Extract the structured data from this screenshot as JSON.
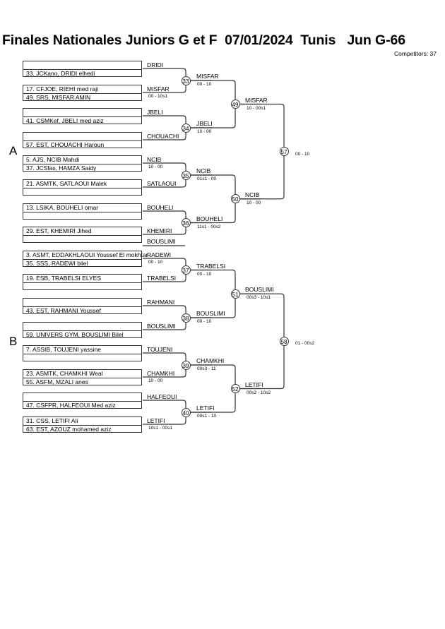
{
  "header": {
    "title": "Finales Nationales Juniors G et F  07/01/2024  Tunis   Jun G-66",
    "competitors": "Competitors: 37"
  },
  "pools": [
    "A",
    "B"
  ],
  "boxes": [
    {
      "top": "",
      "bottom": "33. JCKano, DRIDI elhedi",
      "winner": "DRIDI"
    },
    {
      "top": "17. CFJOE, RIEHI med raji",
      "bottom": "49. SRS, MISFAR AMIN",
      "winner": "MISFAR",
      "score": "00 - 10s1"
    },
    {
      "top": "",
      "bottom": "41. CSMKef, JBELI med aziz",
      "winner": "JBELI"
    },
    {
      "top": "",
      "bottom": "57. EST, CHOUACHI Haroun",
      "winner": "CHOUACHI"
    },
    {
      "top": "5. AJS, NCIB Mahdi",
      "bottom": "37. JCSfax, HAMZA Saidy",
      "winner": "NCIB",
      "score": "10 - 00"
    },
    {
      "top": "21. ASMTK, SATLAOUI Malek",
      "bottom": "",
      "winner": "SATLAOUI"
    },
    {
      "top": "13. LSIKA, BOUHELI omar",
      "bottom": "",
      "winner": "BOUHELI"
    },
    {
      "top": "29. EST, KHEMIRI Jihed",
      "bottom": "",
      "winner": "KHEMIRI"
    },
    {
      "top": "3. ASMT, EDDAKHLAOUI Youssef El mokhtar",
      "bottom": "35. SSS, RADEWI bilel",
      "winner": "RADEWI",
      "score": "00 - 10"
    },
    {
      "top": "19. ESB, TRABELSI ELYES",
      "bottom": "",
      "winner": "TRABELSI"
    },
    {
      "top": "",
      "bottom": "43. EST, RAHMANI Youssef",
      "winner": "RAHMANI"
    },
    {
      "top": "",
      "bottom": "59. UNIVERS GYM, BOUSLIMI Bilel",
      "winner": "BOUSLIMI"
    },
    {
      "top": "7. ASSIB, TOUJENI yassine",
      "bottom": "",
      "winner": "TOUJENI"
    },
    {
      "top": "23. ASMTK, CHAMKHI Weal",
      "bottom": "55. ASFM, MZALI anes",
      "winner": "CHAMKHI",
      "score": "10 - 00"
    },
    {
      "top": "",
      "bottom": "47. CSFPR, HALFEOUI Med aziz",
      "winner": "HALFEOUI"
    },
    {
      "top": "31. CSS, LETIFI Ali",
      "bottom": "63. EST, AZOUZ mohamed aziz",
      "winner": "LETIFI",
      "score": "10s1 - 00s1"
    }
  ],
  "extra_label": "BOUSLIMI",
  "round1": [
    {
      "num": "33",
      "winner": "MISFAR",
      "score": "00 - 10"
    },
    {
      "num": "34",
      "winner": "JBELI",
      "score": "10 - 00"
    },
    {
      "num": "35",
      "winner": "NCIB",
      "score": "01s1 - 00"
    },
    {
      "num": "36",
      "winner": "BOUHELI",
      "score": "11s1 - 00s2"
    },
    {
      "num": "37",
      "winner": "TRABELSI",
      "score": "00 - 10"
    },
    {
      "num": "38",
      "winner": "BOUSLIMI",
      "score": "00 - 10"
    },
    {
      "num": "39",
      "winner": "CHAMKHI",
      "score": "00s3 - 11"
    },
    {
      "num": "40",
      "winner": "LETIFI",
      "score": "00s1 - 10"
    }
  ],
  "round2": [
    {
      "num": "49",
      "winner": "MISFAR",
      "score": "10 - 00s1"
    },
    {
      "num": "50",
      "winner": "NCIB",
      "score": "10 - 00"
    },
    {
      "num": "51",
      "winner": "BOUSLIMI",
      "score": "00s3 - 10s1"
    },
    {
      "num": "52",
      "winner": "LETIFI",
      "score": "00s2 - 10s2"
    }
  ],
  "round3": [
    {
      "num": "57",
      "score": "00 - 10"
    },
    {
      "num": "58",
      "score": "01 - 00s2"
    }
  ]
}
